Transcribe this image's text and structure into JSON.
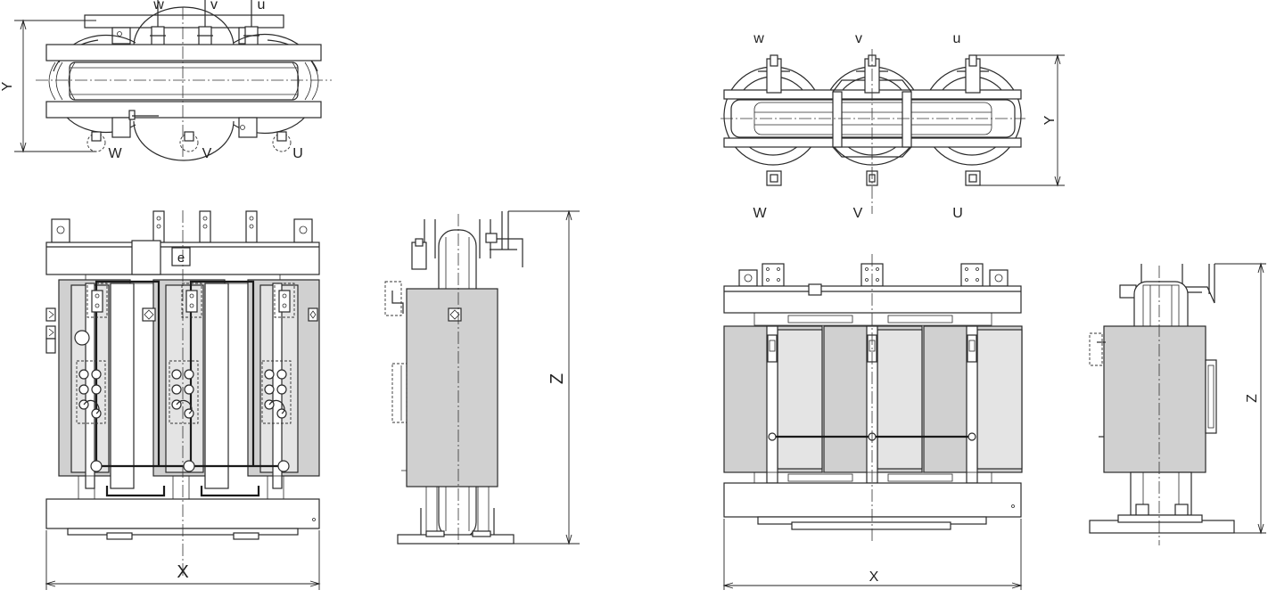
{
  "terminal_labels": {
    "lv_left": [
      "w",
      "v",
      "u"
    ],
    "hv_left": [
      "W",
      "V",
      "U"
    ],
    "lv_right": [
      "w",
      "v",
      "u"
    ],
    "hv_right": [
      "W",
      "V",
      "U"
    ]
  },
  "dimension_labels": {
    "left_top_view": "Y",
    "left_front_view": "X",
    "left_side_view": "Z",
    "right_top_view": "Y",
    "right_front_view": "X",
    "right_side_view": "Z"
  },
  "symbols": {
    "earth_mark": "e"
  }
}
